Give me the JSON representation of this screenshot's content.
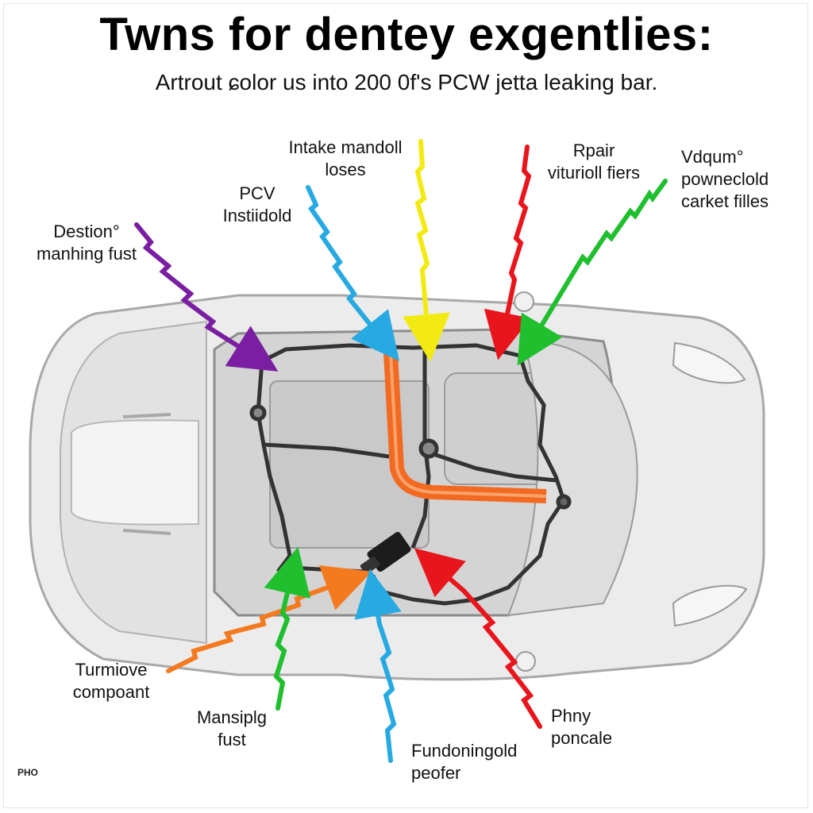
{
  "title": "Twns for dentey exgentlies:",
  "subtitle": "Artrout ɕolor us into 200 0f's PCW jetta leaking bar.",
  "corner_mark": "PHO",
  "callouts": {
    "intake": {
      "lines": [
        "Intake mandoll",
        "loses"
      ],
      "color": "#f2ea12"
    },
    "pcv": {
      "lines": [
        "PCV",
        "Instiidold"
      ],
      "color": "#27a9e1"
    },
    "destion": {
      "lines": [
        "Destion°",
        "manhing fust"
      ],
      "color": "#7a1fa2"
    },
    "rpair": {
      "lines": [
        "Rpair",
        "viturioll fiers"
      ],
      "color": "#e8161c"
    },
    "vdqum": {
      "lines": [
        "Vdqum°",
        "powneclold",
        "carket filles"
      ],
      "color": "#1fbf2e"
    },
    "turmiove": {
      "lines": [
        "Turmiove",
        "compoant"
      ],
      "color": "#f47a20"
    },
    "mansiplg": {
      "lines": [
        "Mansiplg",
        "fust"
      ],
      "color": "#1fbf2e"
    },
    "fundoningold": {
      "lines": [
        "Fundoningold",
        "peofer"
      ],
      "color": "#27a9e1"
    },
    "phny": {
      "lines": [
        "Phny",
        "poncale"
      ],
      "color": "#e8161c"
    }
  },
  "hose_color": "#f26a21"
}
